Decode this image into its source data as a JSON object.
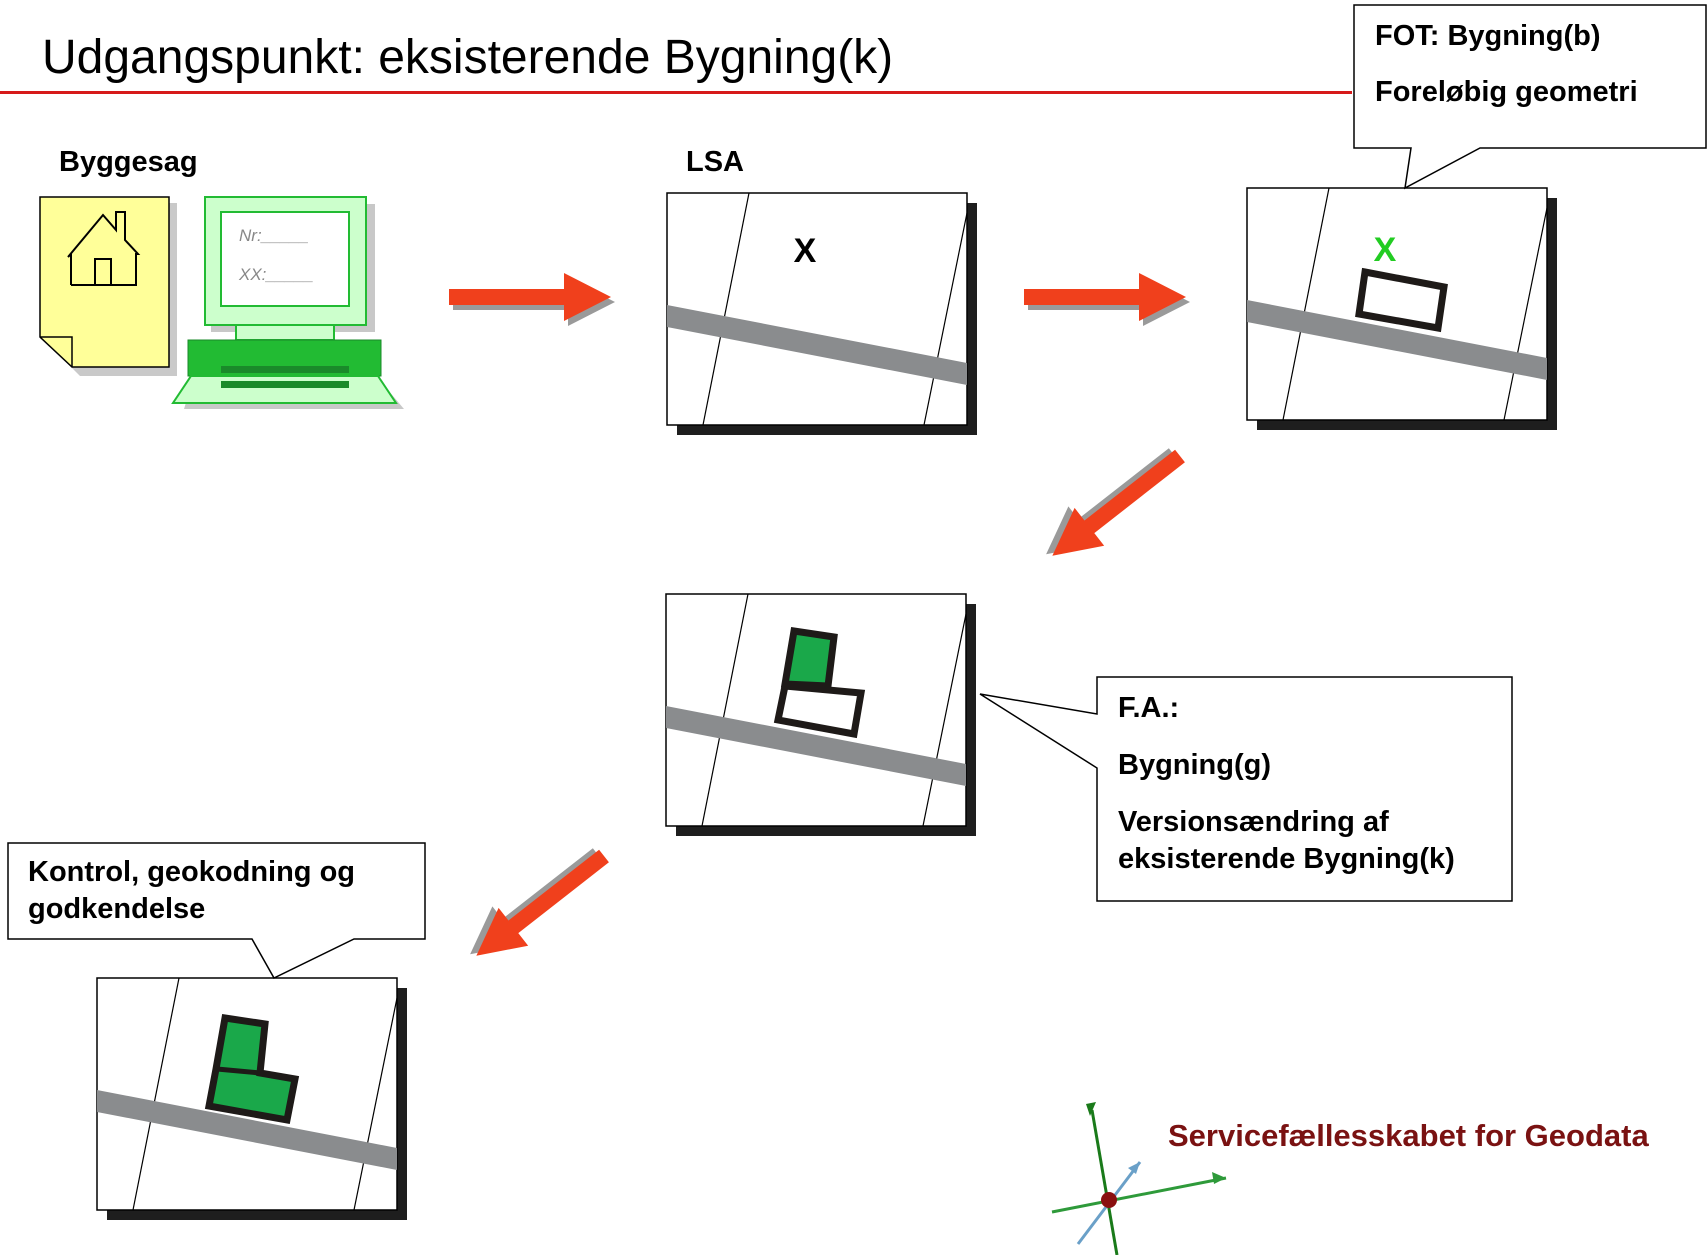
{
  "title": "Udgangspunkt: eksisterende Bygning(k)",
  "labels": {
    "byggesag": "Byggesag",
    "lsa": "LSA"
  },
  "computer_form": {
    "field1": "Nr:_____",
    "field2": "XX:_____"
  },
  "markers": {
    "lsa_x": "X",
    "fot_x": "X"
  },
  "callouts": {
    "fot": {
      "line1": "FOT: Bygning(b)",
      "line2": "Foreløbig geometri"
    },
    "fa": {
      "line1": "F.A.:",
      "line2": "Bygning(g)",
      "line3": "Versionsændring af",
      "line4": "eksisterende Bygning(k)"
    },
    "kontrol": {
      "line1": "Kontrol, geokodning og",
      "line2": "godkendelse"
    }
  },
  "logo": {
    "text": "Servicefællesskabet for Geodata"
  },
  "colors": {
    "title_rule": "#d61a1a",
    "arrow": "#f0401c",
    "building_green": "#1aa84a",
    "marker_green": "#22cc22",
    "road_gray": "#8a8c8e",
    "logo_text": "#7a1212",
    "computer_green": "#22bb33",
    "document_yellow": "#ffff99"
  }
}
